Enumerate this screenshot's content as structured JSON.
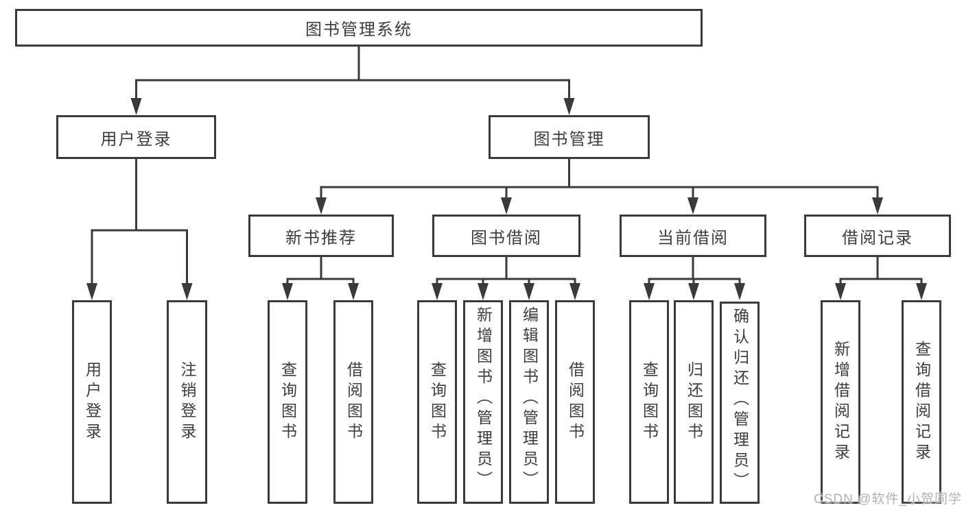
{
  "colors": {
    "line": "#3A3A3A",
    "text": "#3D3D3D",
    "box_background": "#FFFFFF",
    "watermark": "#B2B2B2"
  },
  "watermark": {
    "text": "CSDN @软件_小贺同学"
  },
  "tree": {
    "root": {
      "label": "图书管理系统"
    },
    "branches": [
      {
        "label": "用户登录",
        "children": [
          {
            "label": "用户登录"
          },
          {
            "label": "注销登录"
          }
        ]
      },
      {
        "label": "图书管理",
        "children": [
          {
            "label": "新书推荐",
            "children": [
              {
                "label": "查询图书"
              },
              {
                "label": "借阅图书"
              }
            ]
          },
          {
            "label": "图书借阅",
            "children": [
              {
                "label": "查询图书"
              },
              {
                "label": "新增图书（管理员）"
              },
              {
                "label": "编辑图书（管理员）"
              },
              {
                "label": "借阅图书"
              }
            ]
          },
          {
            "label": "当前借阅",
            "children": [
              {
                "label": "查询图书"
              },
              {
                "label": "归还图书"
              },
              {
                "label": "确认归还（管理员）"
              }
            ]
          },
          {
            "label": "借阅记录",
            "children": [
              {
                "label": "新增借阅记录"
              },
              {
                "label": "查询借阅记录"
              }
            ]
          }
        ]
      }
    ]
  }
}
